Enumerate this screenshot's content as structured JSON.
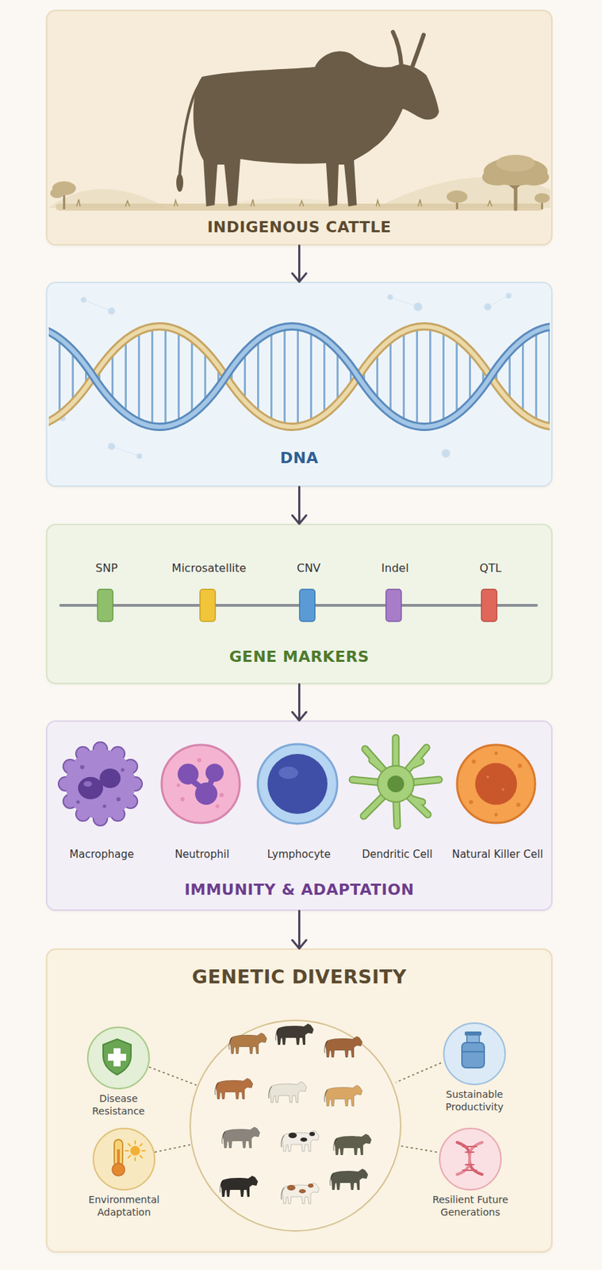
{
  "diagram": {
    "nodes": [
      {
        "text": [
          "INDIGENOUS CATTLE"
        ]
      },
      {
        "text": [
          "DNA"
        ]
      },
      {
        "text": [
          "GENE MARKERS"
        ]
      },
      {
        "text": [
          "IMMUNITY & ADAPTATION"
        ]
      },
      {
        "text": [
          "GENETIC DIVERSITY"
        ]
      },
      {
        "text": [
          "Disease Resistance"
        ],
        "in": 4
      },
      {
        "text": [
          "Sustainable Productivity"
        ],
        "in": 4
      },
      {
        "text": [
          "Environmental Adaptation"
        ],
        "in": 4
      },
      {
        "text": [
          "Resilient Future Generations"
        ],
        "in": 4
      }
    ],
    "edges": [
      {
        "from": 0,
        "to": 1,
        "arrow": "to"
      },
      {
        "from": 1,
        "to": 2,
        "arrow": "to"
      },
      {
        "from": 2,
        "to": 3,
        "arrow": "to"
      },
      {
        "from": 3,
        "to": 4,
        "arrow": "to"
      }
    ],
    "labels": [
      "SNP",
      "Microsatellite",
      "CNV",
      "Indel",
      "QTL",
      "Macrophage",
      "Neutrophil",
      "Lymphocyte",
      "Dendritic Cell",
      "Natural Killer Cell"
    ]
  }
}
